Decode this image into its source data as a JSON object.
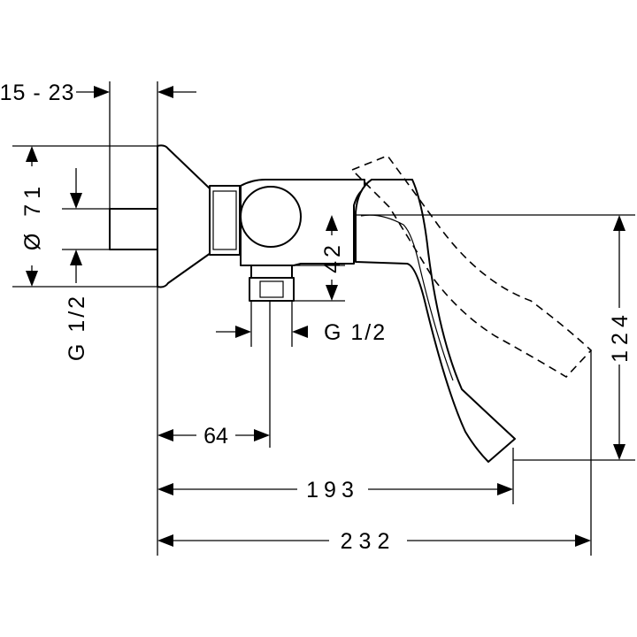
{
  "dimensions": {
    "wall_adjust": "15 - 23",
    "rosette_diameter": "Ø 71",
    "inlet_thread": "G 1/2",
    "outlet_thread": "G 1/2",
    "outlet_height": "42",
    "handle_height": "124",
    "outlet_offset": "64",
    "handle_reach": "193",
    "overall_depth": "232"
  },
  "colors": {
    "line": "#000000",
    "background": "#ffffff"
  }
}
